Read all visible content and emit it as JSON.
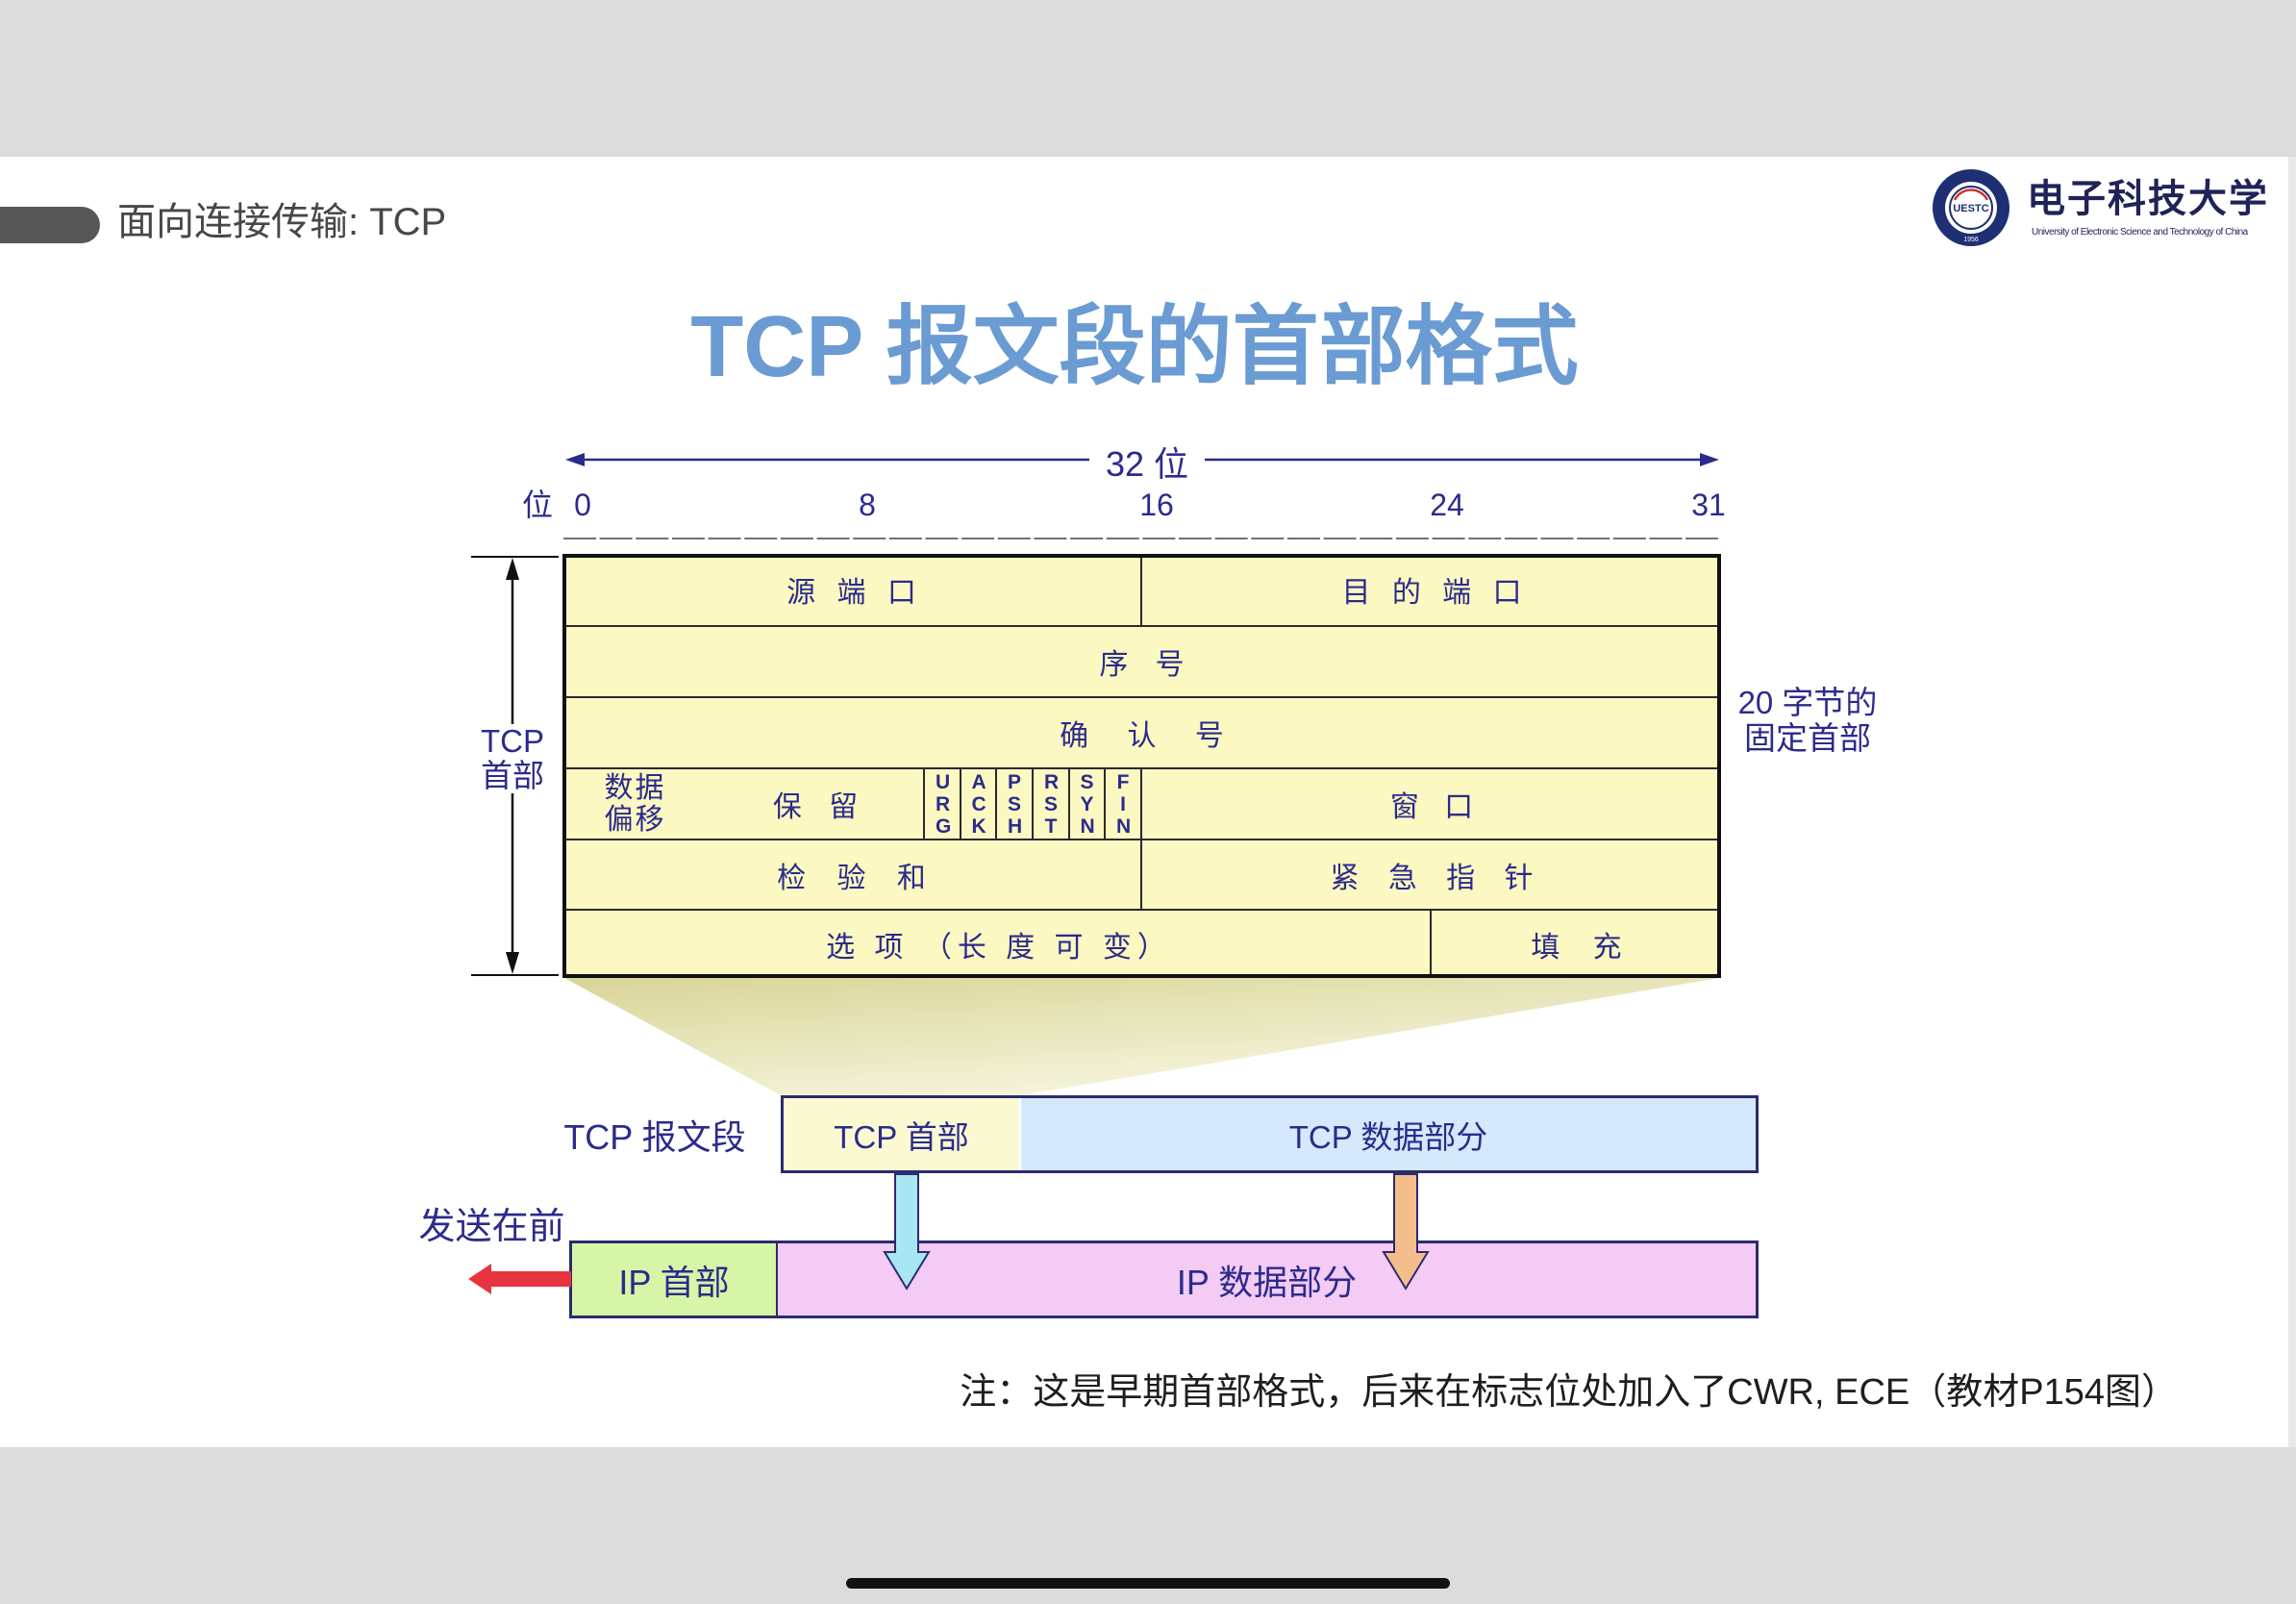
{
  "slide": {
    "section_label": "面向连接传输: TCP",
    "title": "TCP 报文段的首部格式",
    "note": "注：这是早期首部格式，后来在标志位处加入了CWR, ECE（教材P154图）"
  },
  "logo": {
    "emblem_text": "UESTC",
    "emblem_year": "1956",
    "name_cn": "电子科技大学",
    "name_en": "University of Electronic Science and Technology of China"
  },
  "header_diagram": {
    "width_label": "32 位",
    "bit_axis_label": "位",
    "bit_ticks": [
      "0",
      "8",
      "16",
      "24",
      "31"
    ],
    "header_label": [
      "TCP",
      "首部"
    ],
    "fixed_note": [
      "20 字节的",
      "固定首部"
    ],
    "rows": [
      {
        "cells": [
          "源 端 口",
          "目 的 端 口"
        ]
      },
      {
        "cells": [
          "序 号"
        ]
      },
      {
        "cells": [
          "确 认 号"
        ]
      },
      {
        "data_offset": [
          "数据",
          "偏移"
        ],
        "reserved": "保 留",
        "flags": [
          "URG",
          "ACK",
          "PSH",
          "RST",
          "SYN",
          "FIN"
        ],
        "window": "窗 口"
      },
      {
        "cells": [
          "检 验 和",
          "紧 急 指 针"
        ]
      },
      {
        "cells": [
          "选 项 （长 度 可 变）",
          "填 充"
        ]
      }
    ]
  },
  "encapsulation": {
    "segment_label": "TCP 报文段",
    "tcp_header": "TCP 首部",
    "tcp_data": "TCP 数据部分",
    "send_first_label": "发送在前",
    "ip_header": "IP 首部",
    "ip_data": "IP 数据部分"
  },
  "colors": {
    "title": "#6a9bd3",
    "diagram_text": "#2b2b8c",
    "header_fill": "#fbf8c2",
    "tcp_header_fill": "#fbf9d2",
    "tcp_data_fill": "#d6e8fb",
    "ip_header_fill": "#d6f5a6",
    "ip_data_fill": "#f4cbf4",
    "send_arrow": "#e8343e",
    "cyan_arrow": "#a8e6f3",
    "orange_arrow": "#f4be8c",
    "logo_navy": "#1f2f74",
    "box_border": "#2b2b6e"
  }
}
